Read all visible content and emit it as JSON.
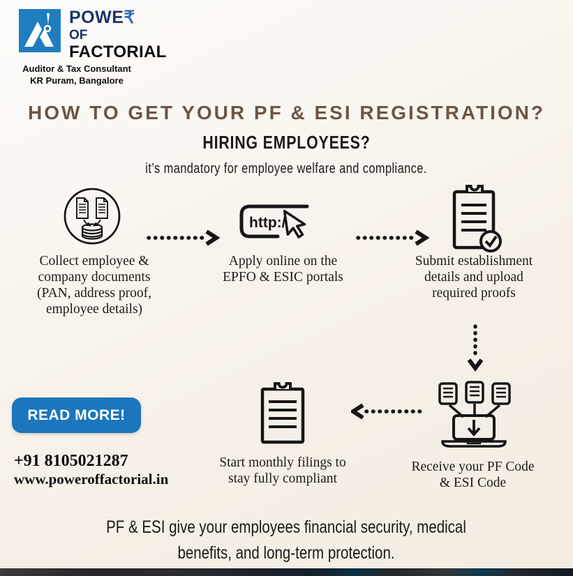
{
  "logo": {
    "brand_word": "POWE",
    "brand_rupee": "₹",
    "brand_of": "OF",
    "brand_name": "FACTORIAL",
    "tagline1": "Auditor & Tax Consultant",
    "tagline2": "KR Puram, Bangalore"
  },
  "header": {
    "title": "HOW TO GET YOUR PF & ESI REGISTRATION?",
    "subtitle": "HIRING EMPLOYEES?",
    "subtext": "it’s mandatory for employee welfare and compliance."
  },
  "steps": [
    {
      "icon": "collect-documents-icon",
      "label": "Collect employee & company documents (PAN, address proof, employee details)"
    },
    {
      "icon": "http-browser-cursor-icon",
      "icon_text": "http://",
      "label": "Apply online on the EPFO & ESIC portals"
    },
    {
      "icon": "clipboard-check-icon",
      "label": "Submit establishment details and upload required proofs"
    },
    {
      "icon": "laptop-download-icon",
      "label": "Receive your PF Code & ESI Code"
    },
    {
      "icon": "clipboard-icon",
      "label": "Start monthly filings to stay fully compliant"
    }
  ],
  "cta": {
    "read_more": "READ MORE!"
  },
  "contact": {
    "phone": "+91 8105021287",
    "website": "www.poweroffactorial.in"
  },
  "footer": {
    "message": "PF & ESI give your employees financial security, medical benefits, and long-term protection."
  },
  "colors": {
    "brand_blue": "#1f7dc0",
    "navy": "#1b3468",
    "heading_brown": "#6b5646",
    "button_blue": "#1b76bd",
    "background": "#f6f0e8",
    "ink": "#161616"
  }
}
